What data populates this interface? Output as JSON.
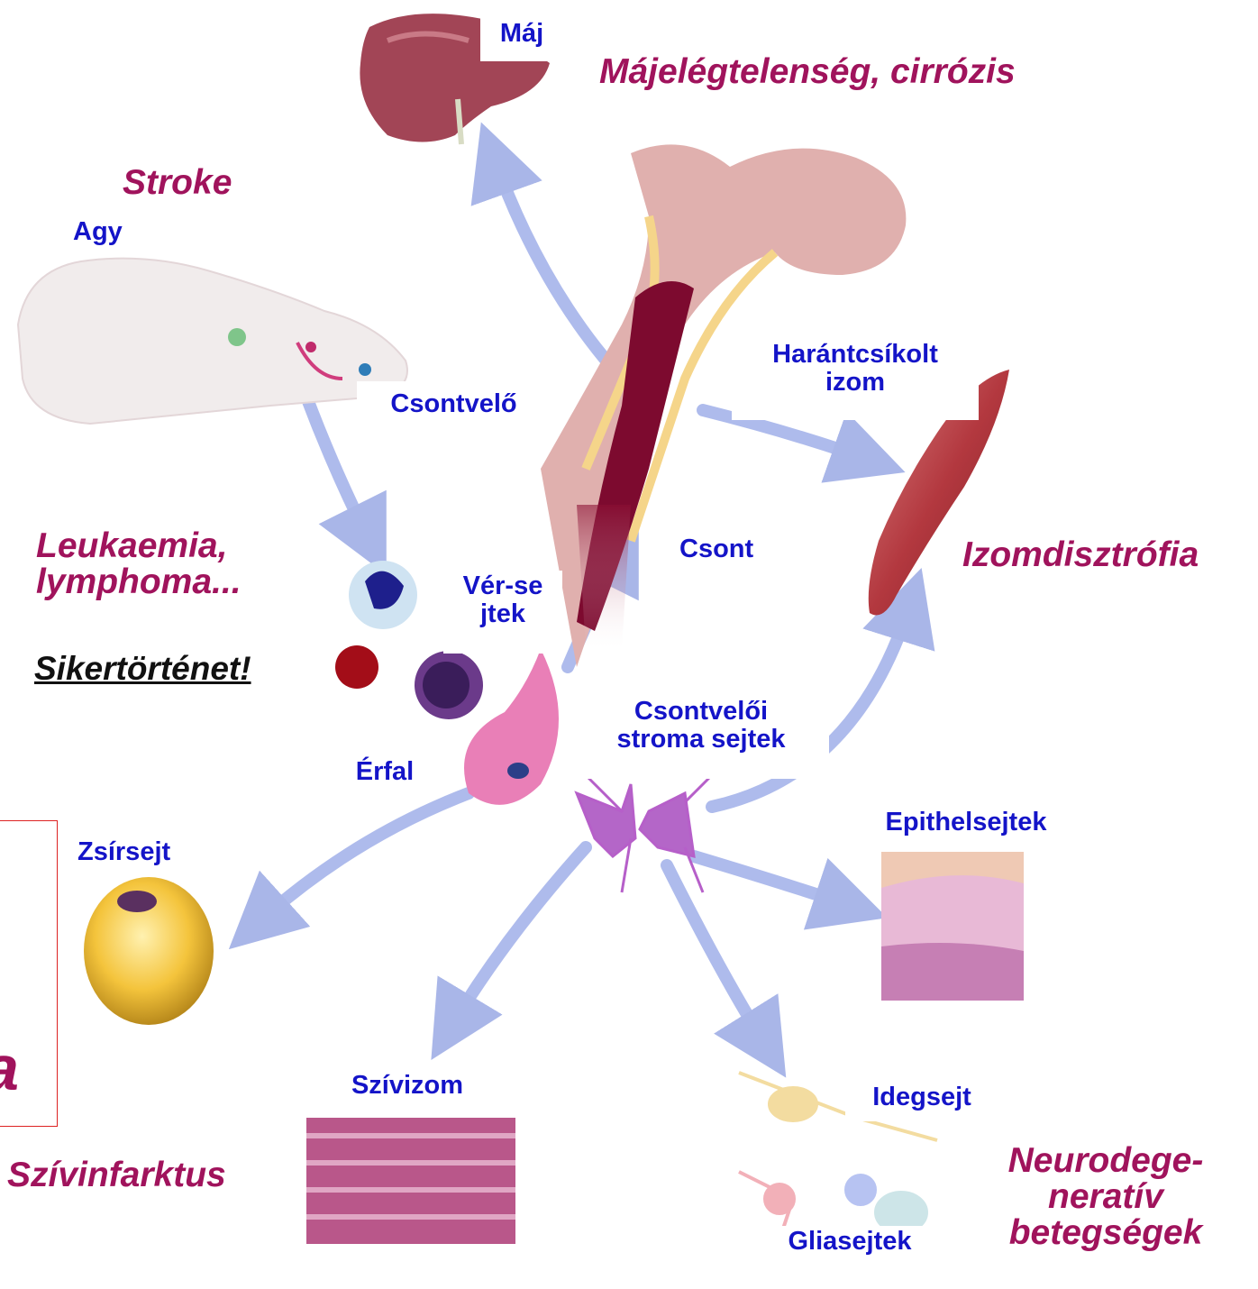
{
  "organs": {
    "liver": "Máj",
    "brain": "Agy",
    "bone_marrow": "Csontvelő",
    "skeletal_muscle": "Harántcsíkolt izom",
    "bone": "Csont",
    "blood_cells": "Vér-sejtek",
    "vessel_wall": "Érfal",
    "stromal_cells": "Csontvelői stroma sejtek",
    "fat_cell": "Zsírsejt",
    "epithelial_cells": "Epithelsejtek",
    "heart_muscle": "Szívizom",
    "neuron": "Idegsejt",
    "glia": "Gliasejtek"
  },
  "diseases": {
    "liver": "Májelégtelenség, cirrózis",
    "stroke": "Stroke",
    "leukaemia": "Leukaemia, lymphoma...",
    "success": "Sikertörténet!",
    "muscle": "Izomdisztrófia",
    "heart": "Szívinfarktus",
    "neuro": "Neurodege-neratív betegségek"
  },
  "clipped_letter": "a",
  "colors": {
    "organ_label": "#1414c8",
    "disease_label": "#a0135c",
    "arrow": "#a9b6e8",
    "bone": "#d9a7a7",
    "marrow": "#7a0a2e",
    "liver": "#a04656",
    "muscle": "#b8464c",
    "fat": "#f0c23a",
    "box_border": "#dd2222"
  }
}
